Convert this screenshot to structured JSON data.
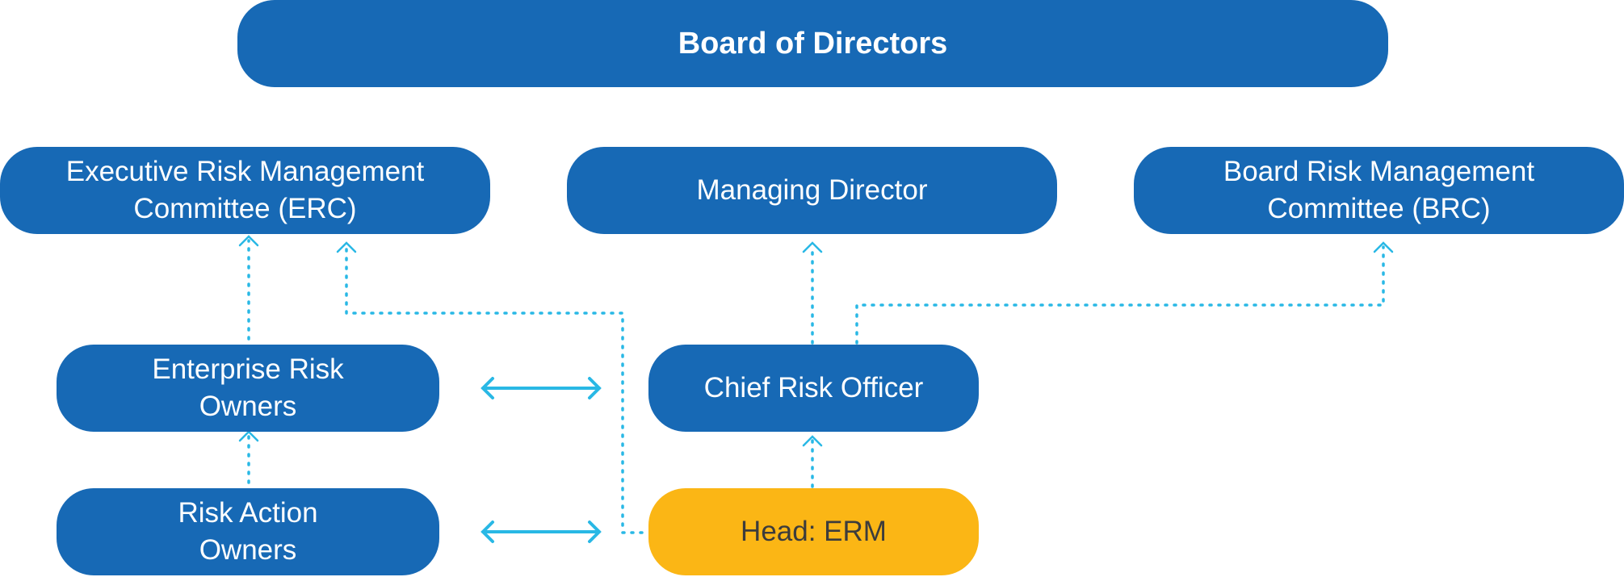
{
  "diagram": {
    "board": "Board of Directors",
    "erc": "Executive Risk Management\nCommittee (ERC)",
    "managing_director": "Managing Director",
    "brc": "Board Risk Management\nCommittee (BRC)",
    "enterprise_risk_owners": "Enterprise Risk\nOwners",
    "chief_risk_officer": "Chief Risk Officer",
    "risk_action_owners": "Risk Action\nOwners",
    "head_erm": "Head: ERM"
  },
  "colors": {
    "box": "#1769b5",
    "highlight": "#fbb615",
    "connector": "#29b8e5"
  }
}
